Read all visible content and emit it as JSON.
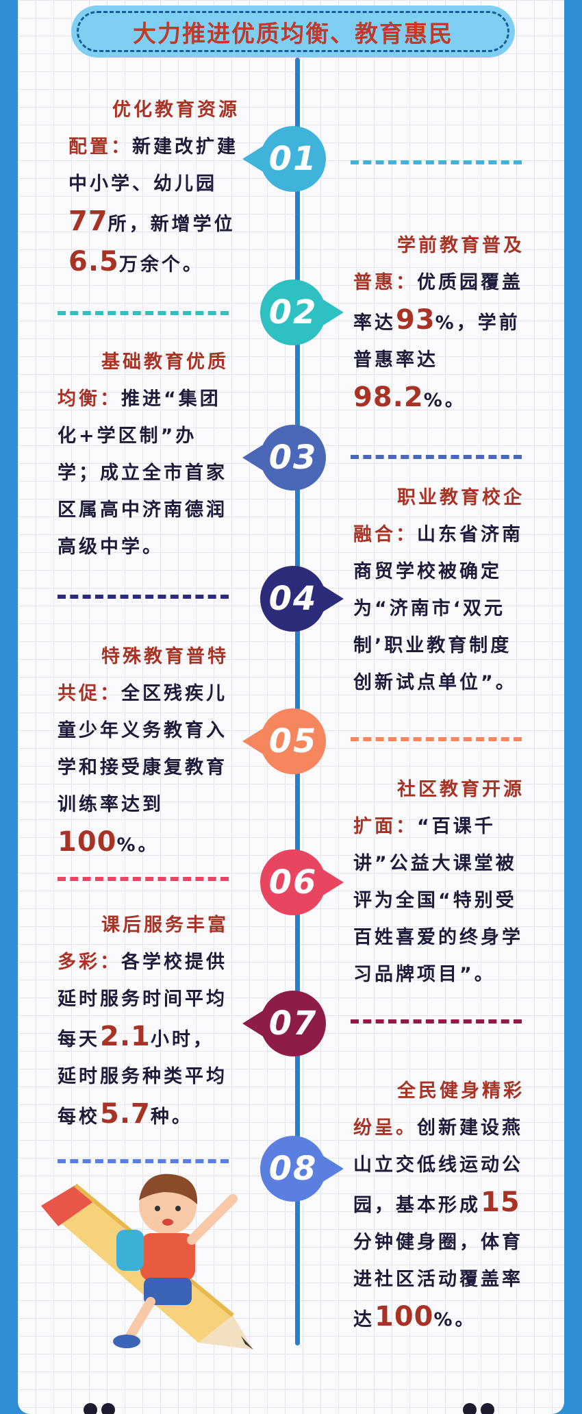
{
  "header": {
    "title": "大力推进优质均衡、教育惠民"
  },
  "items": [
    {
      "num": "01",
      "color": "#3fb3d9",
      "side": "left",
      "title": "优化教育资源",
      "lead": "配置：",
      "body_a": "新建改扩建中小学、幼儿园",
      "n1": "77",
      "body_b": "所，新增学位",
      "n2": "6.5",
      "body_c": "万余个。"
    },
    {
      "num": "02",
      "color": "#2fc1c1",
      "side": "right",
      "title": "学前教育普及",
      "lead": "普惠：",
      "body_a": "优质园覆盖率达",
      "n1": "93",
      "body_b": "%，学前普惠率达",
      "n2": "98.2",
      "body_c": "%。"
    },
    {
      "num": "03",
      "color": "#4a67b8",
      "side": "left",
      "title": "基础教育优质",
      "lead": "均衡：",
      "body": "推进“集团化+学区制”办学；成立全市首家区属高中济南德润高级中学。"
    },
    {
      "num": "04",
      "color": "#2c2c7a",
      "side": "right",
      "title": "职业教育校企",
      "lead": "融合：",
      "body": "山东省济南商贸学校被确定为“济南市‘双元制’职业教育制度创新试点单位”。"
    },
    {
      "num": "05",
      "color": "#f5865e",
      "side": "left",
      "title": "特殊教育普特",
      "lead": "共促：",
      "body_a": "全区残疾儿童少年义务教育入学和接受康复教育训练率达到",
      "n1": "100",
      "body_b": "%。"
    },
    {
      "num": "06",
      "color": "#e84660",
      "side": "right",
      "title": "社区教育开源",
      "lead": "扩面：",
      "body": "“百课千讲”公益大课堂被评为全国“特别受百姓喜爱的终身学习品牌项目”。"
    },
    {
      "num": "07",
      "color": "#8e1c48",
      "side": "left",
      "title": "课后服务丰富",
      "lead": "多彩：",
      "body_a": "各学校提供延时服务时间平均每天",
      "n1": "2.1",
      "body_b": "小时，延时服务种类平均每校",
      "n2": "5.7",
      "body_c": "种。"
    },
    {
      "num": "08",
      "color": "#5b7fe0",
      "side": "right",
      "title": "全民健身精彩",
      "lead": "纷呈。",
      "body_a": "创新建设燕山立交低线运动公园，基本形成",
      "n1": "15",
      "body_b": "分钟健身圈，体育进社区活动覆盖率达",
      "n2": "100",
      "body_c": "%。"
    }
  ]
}
